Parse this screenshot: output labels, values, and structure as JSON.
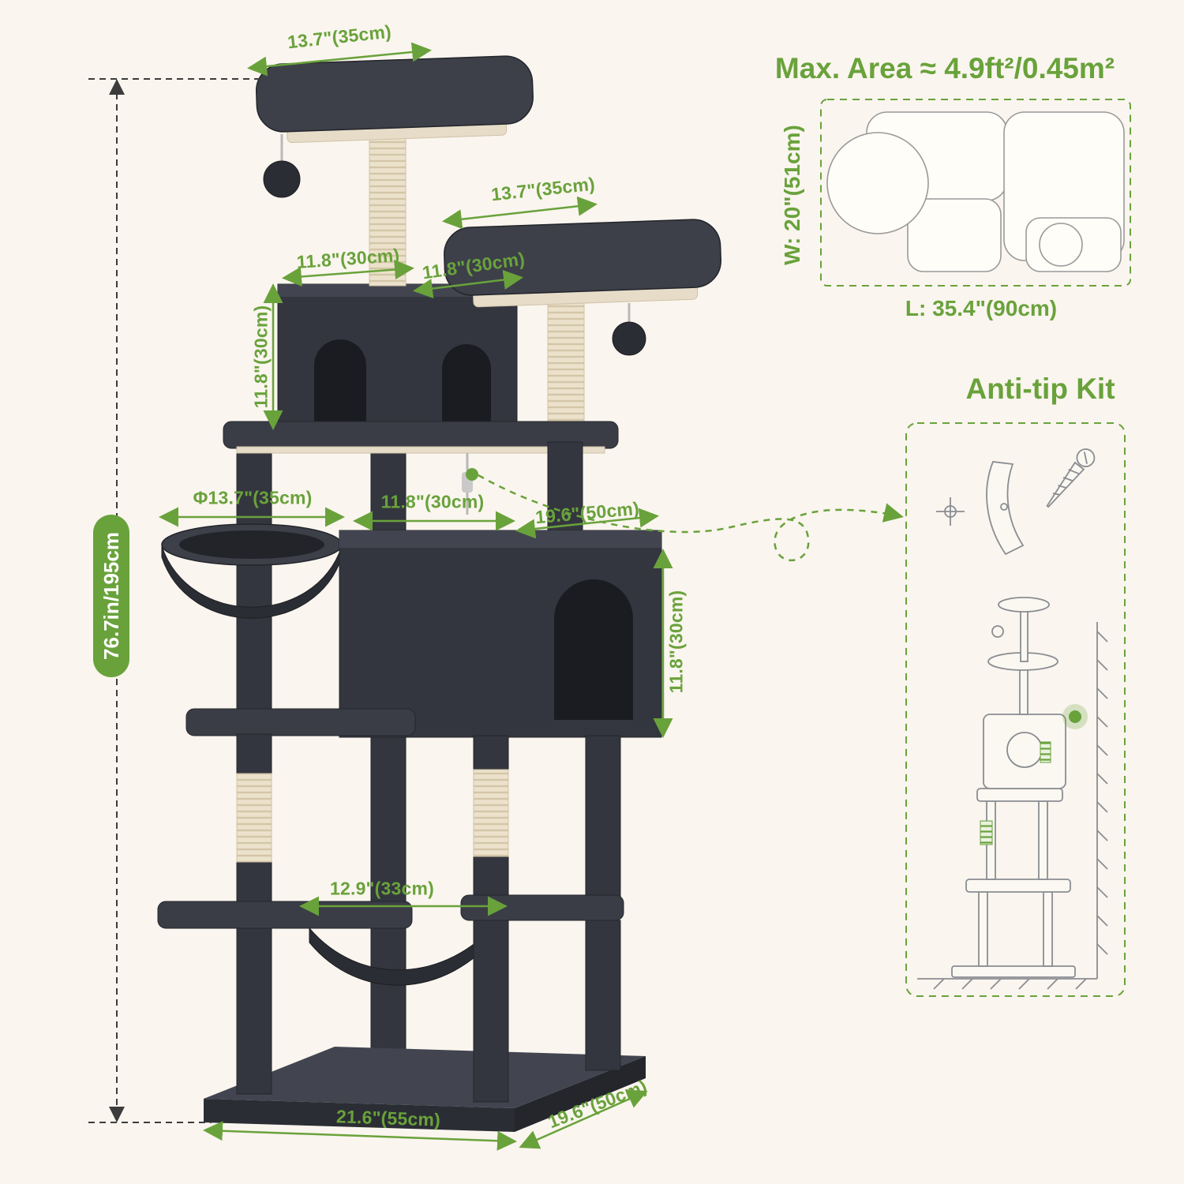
{
  "colors": {
    "background": "#faf5ee",
    "accent_green": "#69a23b",
    "dark_plush": "#34363f",
    "sisal": "#ece2cc",
    "badge_text": "#ffffff"
  },
  "height_badge": {
    "label": "76.7in/195cm"
  },
  "dimensions": {
    "top_perch_width": "13.7\"(35cm)",
    "second_perch_width": "13.7\"(35cm)",
    "upper_condo_width_left": "11.8\"(30cm)",
    "upper_condo_width_right": "11.8\"(30cm)",
    "upper_condo_height": "11.8\"(30cm)",
    "basket_diameter": "Φ13.7\"(35cm)",
    "middle_width": "11.8\"(30cm)",
    "large_condo_width": "19.6\"(50cm)",
    "large_condo_height": "11.8\"(30cm)",
    "hammock_width": "12.9\"(33cm)",
    "base_width": "21.6\"(55cm)",
    "base_depth": "19.6\"(50cm)"
  },
  "max_area": {
    "title": "Max. Area ≈ 4.9ft²/0.45m²",
    "width_label": "W: 20\"(51cm)",
    "length_label": "L: 35.4\"(90cm)"
  },
  "anti_tip": {
    "title": "Anti-tip Kit"
  }
}
